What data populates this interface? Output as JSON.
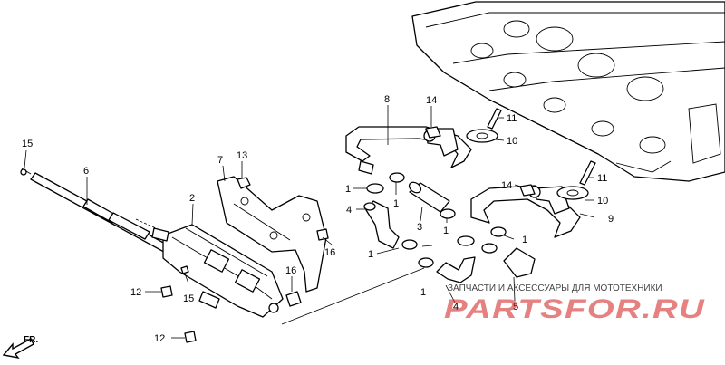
{
  "callouts": [
    {
      "id": "c1",
      "text": "15"
    },
    {
      "id": "c2",
      "text": "6"
    },
    {
      "id": "c3",
      "text": "2"
    },
    {
      "id": "c4",
      "text": "7"
    },
    {
      "id": "c5",
      "text": "13"
    },
    {
      "id": "c6",
      "text": "8"
    },
    {
      "id": "c7",
      "text": "14"
    },
    {
      "id": "c8",
      "text": "11"
    },
    {
      "id": "c9",
      "text": "10"
    },
    {
      "id": "c10",
      "text": "1"
    },
    {
      "id": "c11",
      "text": "1"
    },
    {
      "id": "c12",
      "text": "4"
    },
    {
      "id": "c13",
      "text": "3"
    },
    {
      "id": "c14",
      "text": "16"
    },
    {
      "id": "c15",
      "text": "14"
    },
    {
      "id": "c16",
      "text": "11"
    },
    {
      "id": "c17",
      "text": "10"
    },
    {
      "id": "c18",
      "text": "9"
    },
    {
      "id": "c19",
      "text": "1"
    },
    {
      "id": "c20",
      "text": "1"
    },
    {
      "id": "c21",
      "text": "1"
    },
    {
      "id": "c22",
      "text": "16"
    },
    {
      "id": "c23",
      "text": "12"
    },
    {
      "id": "c24",
      "text": "15"
    },
    {
      "id": "c25",
      "text": "12"
    },
    {
      "id": "c26",
      "text": "1"
    },
    {
      "id": "c27",
      "text": "4"
    },
    {
      "id": "c28",
      "text": "5"
    }
  ],
  "direction_label": "FR.",
  "watermark": {
    "subtitle": "ЗАПЧАСТИ И АКСЕССУАРЫ ДЛЯ МОТОТЕХНИКИ",
    "logo": "PARTSFOR.RU"
  }
}
